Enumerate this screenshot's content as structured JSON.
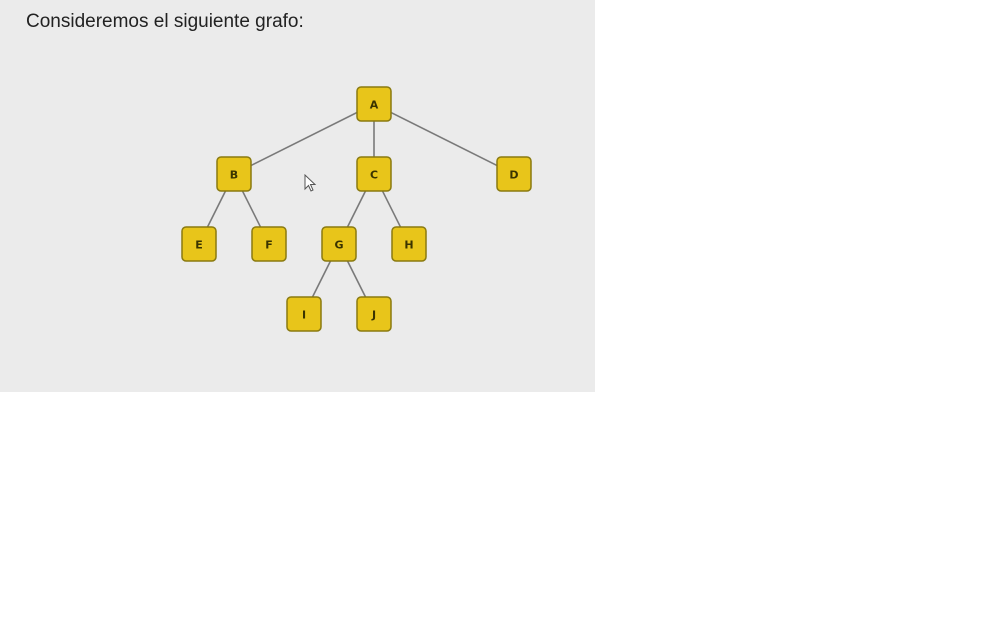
{
  "caption": "Consideremos el siguiente grafo:",
  "graph": {
    "nodes": [
      {
        "id": "A",
        "label": "A"
      },
      {
        "id": "B",
        "label": "B"
      },
      {
        "id": "C",
        "label": "C"
      },
      {
        "id": "D",
        "label": "D"
      },
      {
        "id": "E",
        "label": "E"
      },
      {
        "id": "F",
        "label": "F"
      },
      {
        "id": "G",
        "label": "G"
      },
      {
        "id": "H",
        "label": "H"
      },
      {
        "id": "I",
        "label": "I"
      },
      {
        "id": "J",
        "label": "J"
      }
    ],
    "edges": [
      [
        "A",
        "B"
      ],
      [
        "A",
        "C"
      ],
      [
        "A",
        "D"
      ],
      [
        "B",
        "E"
      ],
      [
        "B",
        "F"
      ],
      [
        "C",
        "G"
      ],
      [
        "C",
        "H"
      ],
      [
        "G",
        "I"
      ],
      [
        "G",
        "J"
      ]
    ]
  },
  "colors": {
    "panel_background": "#ebebeb",
    "node_fill": "#e8c51a",
    "node_border": "#8a7a10",
    "edge": "#7a7a7a"
  },
  "icons": {
    "cursor": "mouse-pointer-icon"
  }
}
